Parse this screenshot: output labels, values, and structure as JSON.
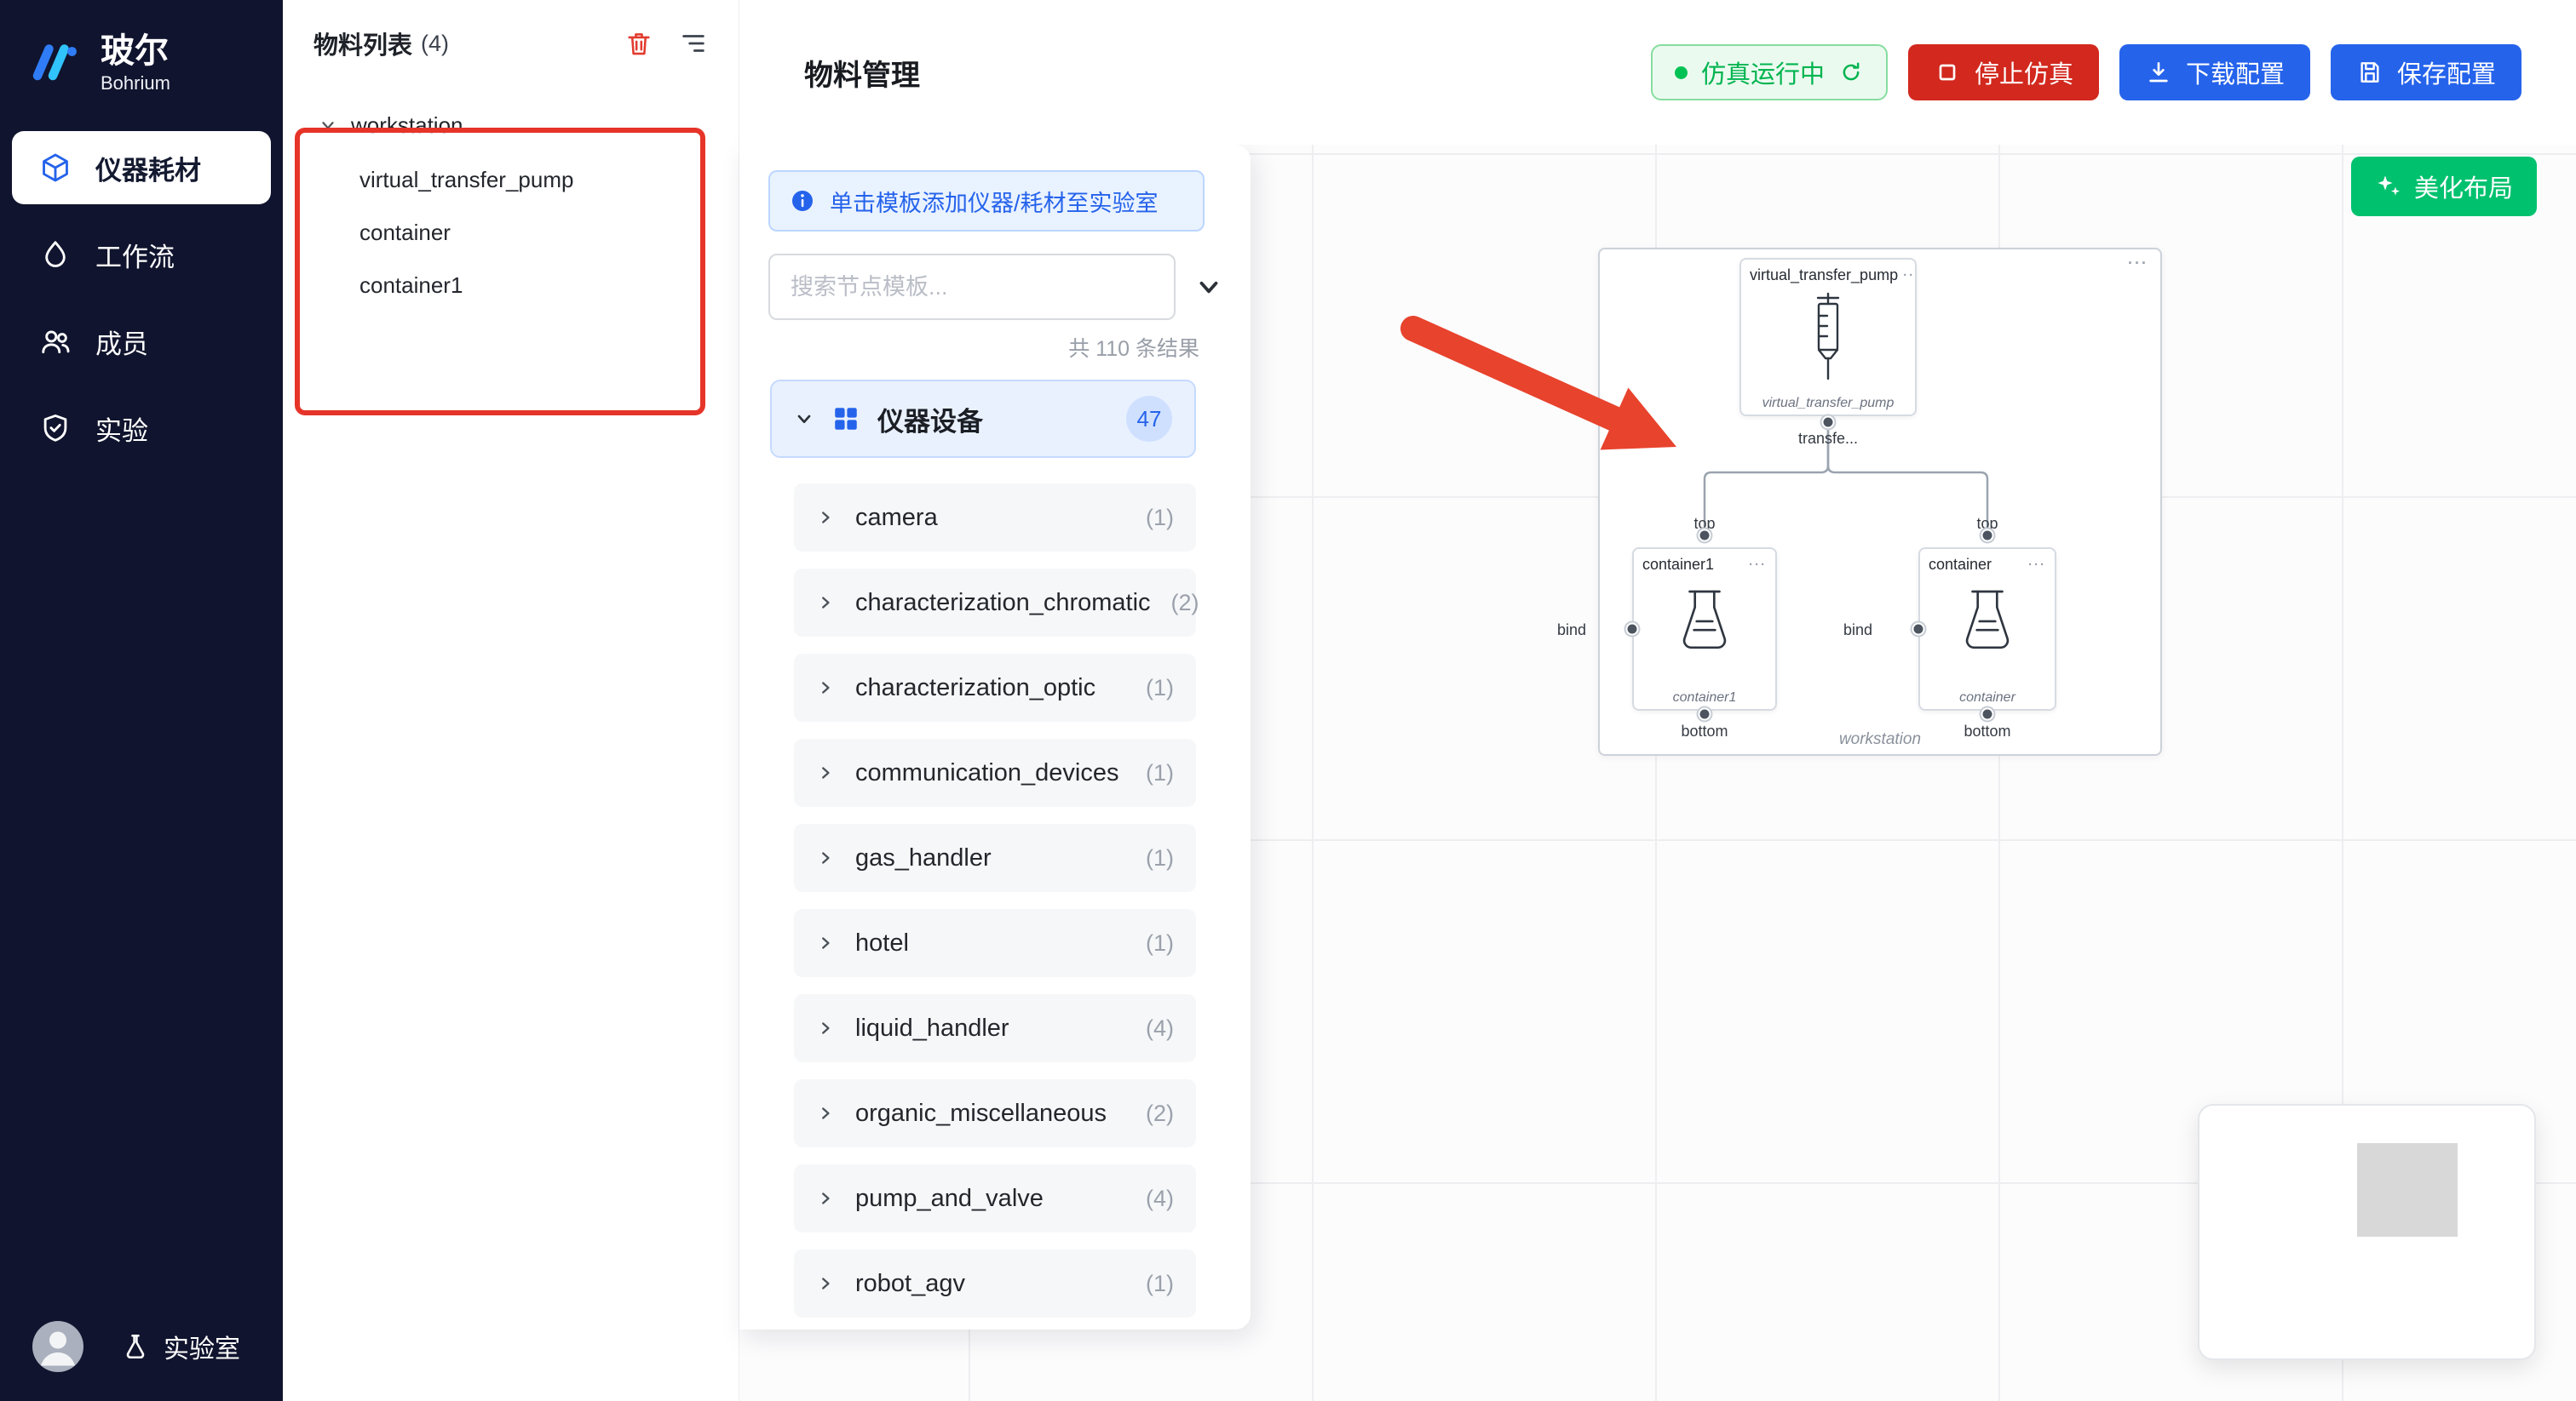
{
  "icons": {
    "more": "···"
  },
  "sidebar": {
    "logo_title": "玻尔",
    "logo_subtitle": "Bohrium",
    "items": [
      {
        "label": "仪器耗材"
      },
      {
        "label": "工作流"
      },
      {
        "label": "成员"
      },
      {
        "label": "实验"
      }
    ],
    "lab_label": "实验室"
  },
  "material_panel": {
    "title": "物料列表",
    "count": "(4)",
    "tree_root": "workstation",
    "tree_children": [
      {
        "label": "virtual_transfer_pump"
      },
      {
        "label": "container"
      },
      {
        "label": "container1"
      }
    ]
  },
  "header": {
    "title": "物料管理",
    "running_status": "仿真运行中",
    "stop_label": "停止仿真",
    "download_label": "下载配置",
    "save_label": "保存配置"
  },
  "template_panel": {
    "info_text": "单击模板添加仪器/耗材至实验室",
    "search_placeholder": "搜索节点模板...",
    "results_text": "共 110 条结果",
    "category_label": "仪器设备",
    "category_badge": "47",
    "items": [
      {
        "label": "camera",
        "count": "(1)"
      },
      {
        "label": "characterization_chromatic",
        "count": "(2)"
      },
      {
        "label": "characterization_optic",
        "count": "(1)"
      },
      {
        "label": "communication_devices",
        "count": "(1)"
      },
      {
        "label": "gas_handler",
        "count": "(1)"
      },
      {
        "label": "hotel",
        "count": "(1)"
      },
      {
        "label": "liquid_handler",
        "count": "(4)"
      },
      {
        "label": "organic_miscellaneous",
        "count": "(2)"
      },
      {
        "label": "pump_and_valve",
        "count": "(4)"
      },
      {
        "label": "robot_agv",
        "count": "(1)"
      }
    ]
  },
  "canvas": {
    "beautify_label": "美化布局",
    "workstation": {
      "label": "workstation",
      "pump": {
        "title": "virtual_transfer_pump",
        "subtitle": "virtual_transfer_pump",
        "out_port": "transfe..."
      },
      "container1": {
        "title": "container1",
        "subtitle": "container1",
        "top": "top",
        "bottom": "bottom",
        "bind": "bind"
      },
      "container": {
        "title": "container",
        "subtitle": "container",
        "top": "top",
        "bottom": "bottom",
        "bind": "bind"
      }
    }
  },
  "colors": {
    "accent_blue": "#2563eb",
    "danger_red": "#d2281e",
    "success_green": "#00b450",
    "beautify_green": "#00c16e",
    "annotation_red": "#e8432d",
    "sidebar_bg": "#10142e"
  }
}
